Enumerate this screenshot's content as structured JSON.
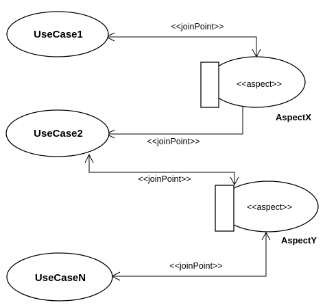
{
  "use_cases": {
    "uc1": {
      "label": "UseCase1"
    },
    "uc2": {
      "label": "UseCase2"
    },
    "ucn": {
      "label": "UseCaseN"
    }
  },
  "aspects": {
    "x": {
      "stereotype": "<<aspect>>",
      "name": "AspectX"
    },
    "y": {
      "stereotype": "<<aspect>>",
      "name": "AspectY"
    }
  },
  "connectors": {
    "c1": {
      "label": "<<joinPoint>>"
    },
    "c2": {
      "label": "<<joinPoint>>"
    },
    "c3": {
      "label": "<<joinPoint>>"
    },
    "c4": {
      "label": "<<joinPoint>>"
    }
  }
}
